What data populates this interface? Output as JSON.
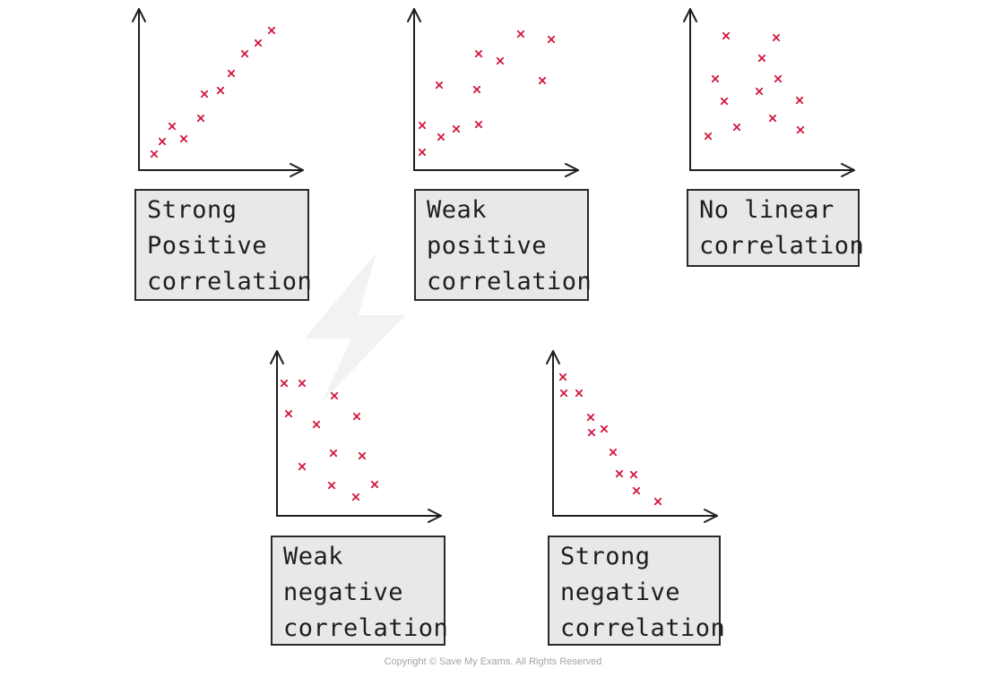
{
  "colors": {
    "marker": "#d1163c",
    "axis": "#1e1e1e",
    "box_fill": "#e8e8e8",
    "box_border": "#2a2a2a",
    "watermark": "#f2f2f5"
  },
  "watermark_icon": "save-my-exams-logo",
  "copyright": "Copyright © Save My Exams. All Rights Reserved",
  "panels": [
    {
      "id": "strong-positive",
      "label": "Strong\nPositive\ncorrelation",
      "points": [
        [
          1.7,
          1.8
        ],
        [
          2.6,
          3.2
        ],
        [
          3.7,
          4.9
        ],
        [
          5.0,
          3.5
        ],
        [
          6.9,
          5.8
        ],
        [
          7.3,
          8.5
        ],
        [
          9.1,
          8.9
        ],
        [
          10.3,
          10.8
        ],
        [
          11.8,
          13.0
        ],
        [
          13.3,
          14.2
        ],
        [
          14.8,
          15.6
        ]
      ]
    },
    {
      "id": "weak-positive",
      "label": "Weak\npositive\ncorrelation",
      "points": [
        [
          0.9,
          2.0
        ],
        [
          0.9,
          5.0
        ],
        [
          2.8,
          9.5
        ],
        [
          3.0,
          3.7
        ],
        [
          4.7,
          4.6
        ],
        [
          7.2,
          5.1
        ],
        [
          7.0,
          9.0
        ],
        [
          7.2,
          13.0
        ],
        [
          9.6,
          12.2
        ],
        [
          11.9,
          15.2
        ],
        [
          14.3,
          10.0
        ],
        [
          15.3,
          14.6
        ]
      ]
    },
    {
      "id": "no-linear",
      "label": "No linear\ncorrelation",
      "points": [
        [
          2.0,
          3.8
        ],
        [
          2.8,
          10.2
        ],
        [
          3.8,
          7.7
        ],
        [
          4.0,
          15.0
        ],
        [
          5.2,
          4.8
        ],
        [
          7.7,
          8.8
        ],
        [
          8.0,
          12.5
        ],
        [
          9.2,
          5.8
        ],
        [
          9.6,
          14.8
        ],
        [
          9.8,
          10.2
        ],
        [
          12.2,
          7.8
        ],
        [
          12.3,
          4.5
        ]
      ]
    },
    {
      "id": "weak-negative",
      "label": "Weak\nnegative\ncorrelation",
      "points": [
        [
          0.8,
          14.8
        ],
        [
          1.3,
          11.4
        ],
        [
          2.8,
          14.8
        ],
        [
          2.8,
          5.5
        ],
        [
          4.4,
          10.2
        ],
        [
          6.1,
          3.4
        ],
        [
          6.4,
          13.4
        ],
        [
          6.3,
          7.0
        ],
        [
          8.9,
          11.1
        ],
        [
          8.8,
          2.1
        ],
        [
          9.5,
          6.7
        ],
        [
          10.9,
          3.5
        ]
      ]
    },
    {
      "id": "strong-negative",
      "label": "Strong\nnegative\ncorrelation",
      "points": [
        [
          1.1,
          15.5
        ],
        [
          1.2,
          13.7
        ],
        [
          2.9,
          13.7
        ],
        [
          4.2,
          11.0
        ],
        [
          4.3,
          9.3
        ],
        [
          5.7,
          9.7
        ],
        [
          6.7,
          7.1
        ],
        [
          7.4,
          4.7
        ],
        [
          9.0,
          4.6
        ],
        [
          9.3,
          2.8
        ],
        [
          11.7,
          1.6
        ]
      ]
    }
  ]
}
